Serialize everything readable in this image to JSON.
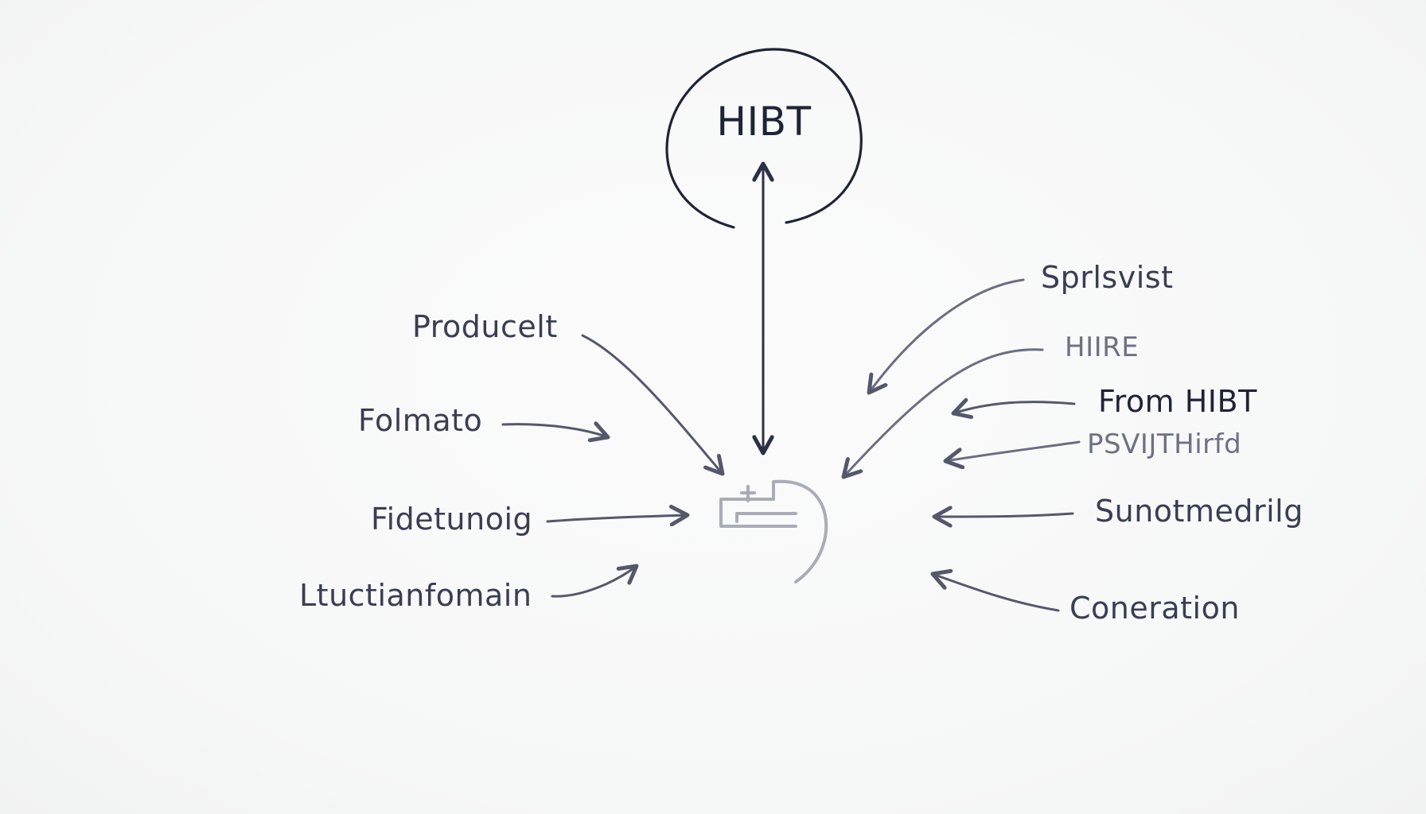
{
  "hub": {
    "label": "HIBT"
  },
  "left_labels": [
    {
      "text": "Producelt"
    },
    {
      "text": "Folmato"
    },
    {
      "text": "Fidetunoig"
    },
    {
      "text": "Ltuctianfomain"
    }
  ],
  "right_labels": [
    {
      "text": "Sprlsvist"
    },
    {
      "text": "HIIRE"
    },
    {
      "text": "From HIBT"
    },
    {
      "text": "PSVIJTHirfd"
    },
    {
      "text": "Sunotmedrilg"
    },
    {
      "text": "Coneration"
    }
  ],
  "colors": {
    "ink": "#1f2336",
    "arrow": "#5f6274",
    "faint": "#a9acb8"
  }
}
